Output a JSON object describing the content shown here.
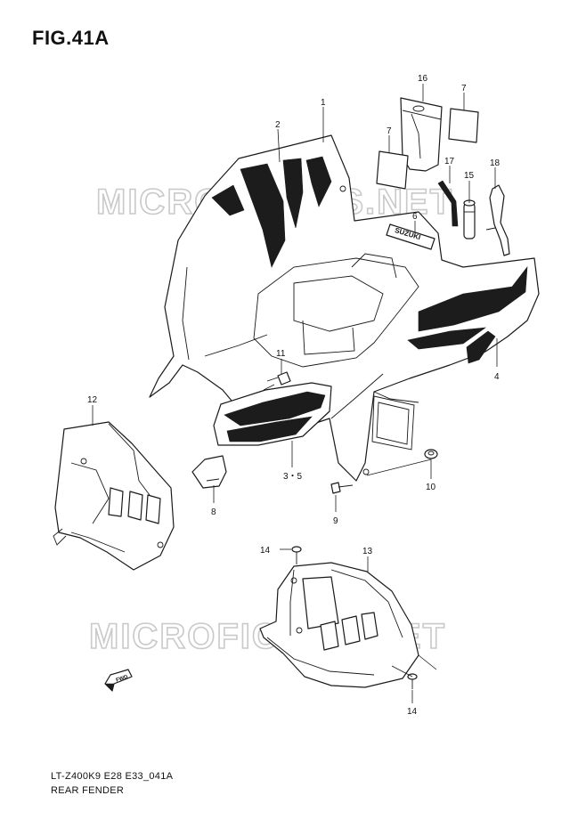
{
  "figure": {
    "title": "FIG.41A",
    "model_code": "LT-Z400K9 E28 E33_041A",
    "section_name": "REAR FENDER"
  },
  "watermark": "MICROFICHES.NET",
  "decal_texts": {
    "brand": "SUZUKI",
    "fwd_arrow": "FWD"
  },
  "callouts": [
    {
      "id": "c1",
      "label": "1"
    },
    {
      "id": "c2",
      "label": "2"
    },
    {
      "id": "c16",
      "label": "16"
    },
    {
      "id": "c7a",
      "label": "7"
    },
    {
      "id": "c7b",
      "label": "7"
    },
    {
      "id": "c17",
      "label": "17"
    },
    {
      "id": "c15",
      "label": "15"
    },
    {
      "id": "c18",
      "label": "18"
    },
    {
      "id": "c6",
      "label": "6"
    },
    {
      "id": "c4",
      "label": "4"
    },
    {
      "id": "c11",
      "label": "11"
    },
    {
      "id": "c12",
      "label": "12"
    },
    {
      "id": "c35",
      "label": "3・5"
    },
    {
      "id": "c8",
      "label": "8"
    },
    {
      "id": "c9",
      "label": "9"
    },
    {
      "id": "c10",
      "label": "10"
    },
    {
      "id": "c14a",
      "label": "14"
    },
    {
      "id": "c13",
      "label": "13"
    },
    {
      "id": "c14b",
      "label": "14"
    }
  ]
}
